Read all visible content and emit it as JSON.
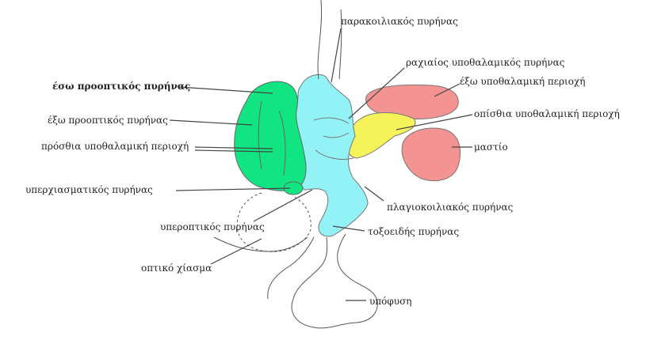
{
  "colors": {
    "anterior_green": "#10e582",
    "cyan_nuclei": "#93f2f6",
    "yellow_region": "#f5f25a",
    "pink_region": "#f39392",
    "outline": "#555555",
    "leader": "#555555"
  },
  "labels": {
    "paracoilikos": "παρακοιλιακός πυρήνας",
    "rachiaios": "ραχιαίος υποθαλαμικός πυρήνας",
    "exo_ypothalamiki": "έξω υποθαλαμική περιοχή",
    "esw_prooptikos": "έσω προοπτικός πυρήνας",
    "opisthia": "οπίσθια υποθαλαμική περιοχή",
    "exo_prooptikos": "έξω προοπτικός πυρήνας",
    "prosthia": "πρόσθια υποθαλαμική περιοχή",
    "mastio": "μαστίο",
    "yperchiasmatikos": "υπερχιασματικός πυρήνας",
    "plagiokoiliakos": "πλαγιοκοιλιακός πυρήνας",
    "yperoptikos": "υπεροπτικός πυρήνας",
    "toxoeidis": "τοξοειδής πυρήνας",
    "optiko_chiasma": "οπτικό χίασμα",
    "ypofysi": "υπόφυση"
  }
}
